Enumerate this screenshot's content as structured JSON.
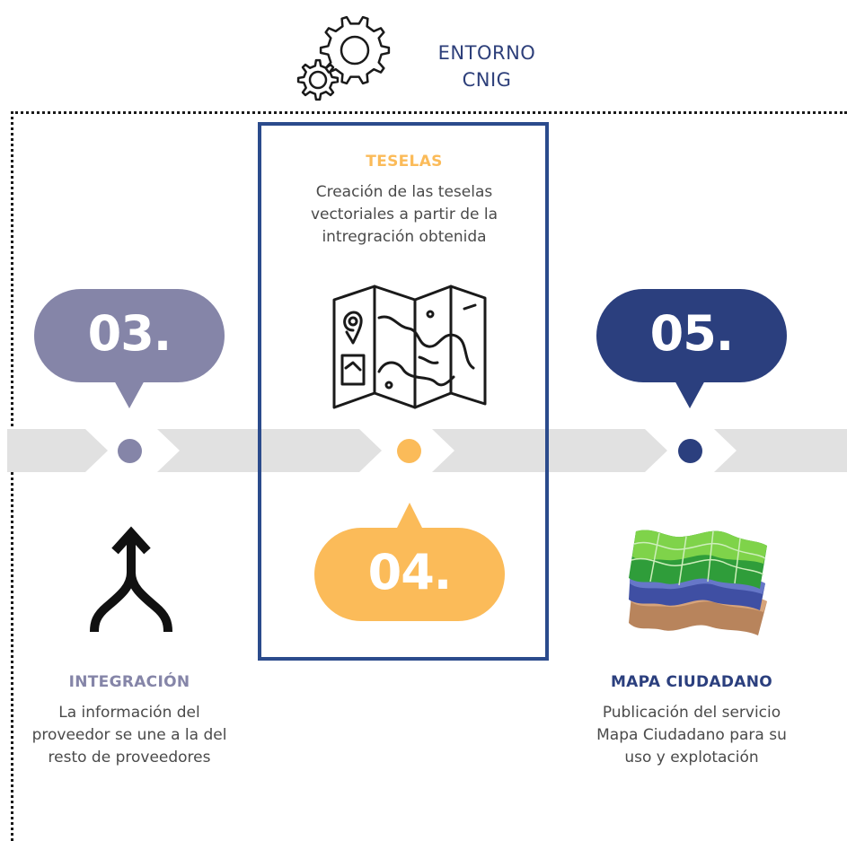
{
  "header": {
    "title_line1": "ENTORNO",
    "title_line2": "CNIG",
    "icon": "gears-icon"
  },
  "steps": [
    {
      "number": "03.",
      "title": "INTEGRACIÓN",
      "desc_lines": [
        "La información del",
        "proveedor se une a la del",
        "resto de proveedores"
      ],
      "color": "#8585a8",
      "icon": "merge-arrow-icon"
    },
    {
      "number": "04.",
      "title": "TESELAS",
      "desc_lines": [
        "Creación de las teselas",
        "vectoriales a partir de la",
        "intregración obtenida"
      ],
      "color": "#fbbb59",
      "icon": "folded-map-icon"
    },
    {
      "number": "05.",
      "title": "MAPA CIUDADANO",
      "desc_lines": [
        "Publicación del servicio",
        "Mapa Ciudadano para su",
        "uso y explotación"
      ],
      "color": "#2b3f7e",
      "icon": "layered-map-icon"
    }
  ],
  "colors": {
    "timeline": "#e0e0e0",
    "box_border": "#2b4b8c",
    "text": "#4a4a4a"
  }
}
